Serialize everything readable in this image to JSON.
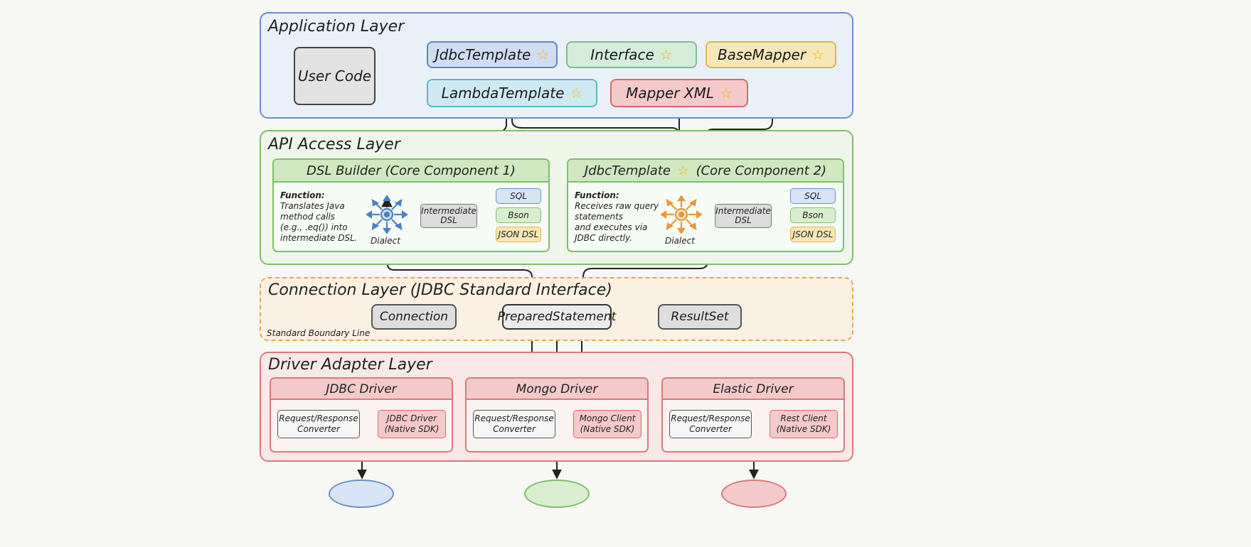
{
  "application_layer": {
    "title": "Application Layer",
    "user_code": "User Code",
    "jdbc_template": "JdbcTemplate",
    "interface": "Interface",
    "base_mapper": "BaseMapper",
    "lambda_template": "LambdaTemplate",
    "mapper_xml": "Mapper XML",
    "star": "☆"
  },
  "api_layer": {
    "title": "API Access Layer",
    "dsl_builder": {
      "title": "DSL Builder (Core Component 1)",
      "function_label": "Function:",
      "function_lines": [
        "Translates Java",
        "method calls",
        "(e.g., .eq()) into",
        "intermediate DSL."
      ],
      "dialect": "Dialect",
      "intermediate": "Intermediate DSL",
      "outputs": [
        "SQL",
        "Bson",
        "JSON DSL"
      ]
    },
    "jdbc_template": {
      "title": "JdbcTemplate",
      "title_suffix": "(Core Component 2)",
      "function_label": "Function:",
      "function_lines": [
        "Receives raw query",
        "statements",
        "and executes via",
        "JDBC directly."
      ],
      "dialect": "Dialect",
      "intermediate": "Intermediate DSL",
      "outputs": [
        "SQL",
        "Bson",
        "JSON DSL"
      ]
    }
  },
  "connection_layer": {
    "title": "Connection Layer (JDBC Standard Interface)",
    "connection": "Connection",
    "prepared_statement": "PreparedStatement",
    "result_set": "ResultSet",
    "boundary": "Standard Boundary Line"
  },
  "driver_layer": {
    "title": "Driver Adapter Layer",
    "drivers": [
      {
        "title": "JDBC Driver",
        "converter": "Request/Response Converter",
        "native": "JDBC Driver (Native SDK)"
      },
      {
        "title": "Mongo Driver",
        "converter": "Request/Response Converter",
        "native": "Mongo Client (Native SDK)"
      },
      {
        "title": "Elastic Driver",
        "converter": "Request/Response Converter",
        "native": "Rest Client (Native SDK)"
      }
    ]
  },
  "colors": {
    "app_border": "#6b8fc7",
    "app_fill": "#eaf0f8",
    "api_border": "#7fbf6a",
    "api_fill": "#eef6ea",
    "conn_border": "#e8a54d",
    "conn_fill": "#fbf1e2",
    "driver_border": "#d97a7a",
    "driver_fill": "#f8e9e8"
  }
}
